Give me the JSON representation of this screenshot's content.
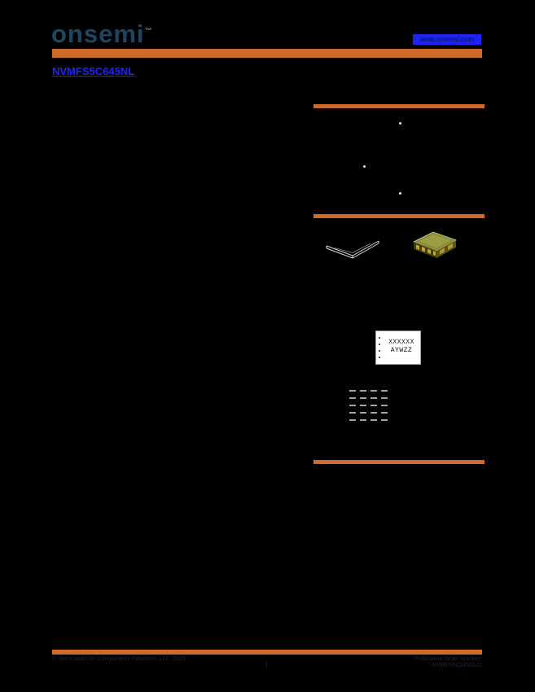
{
  "colors": {
    "background": "#000000",
    "accent_orange": "#CF6A29",
    "link_blue": "#1D24EF",
    "logo_blue": "#1F4660"
  },
  "header": {
    "logo_text": "onsemi",
    "trademark": "™",
    "website_link": "www.onsemi.com"
  },
  "title": {
    "part_number_link": "NVMFS5C645NL"
  },
  "right_column": {
    "marking_diagram": {
      "line1": "XXXXXX",
      "line2": "AYWZZ"
    }
  },
  "footer": {
    "copyright": "© Semiconductor Components Industries, LLC, 2023",
    "page_number": "1",
    "publication_label": "Publication Order Number:",
    "publication_number": "NVMFS5C645NL/D"
  }
}
